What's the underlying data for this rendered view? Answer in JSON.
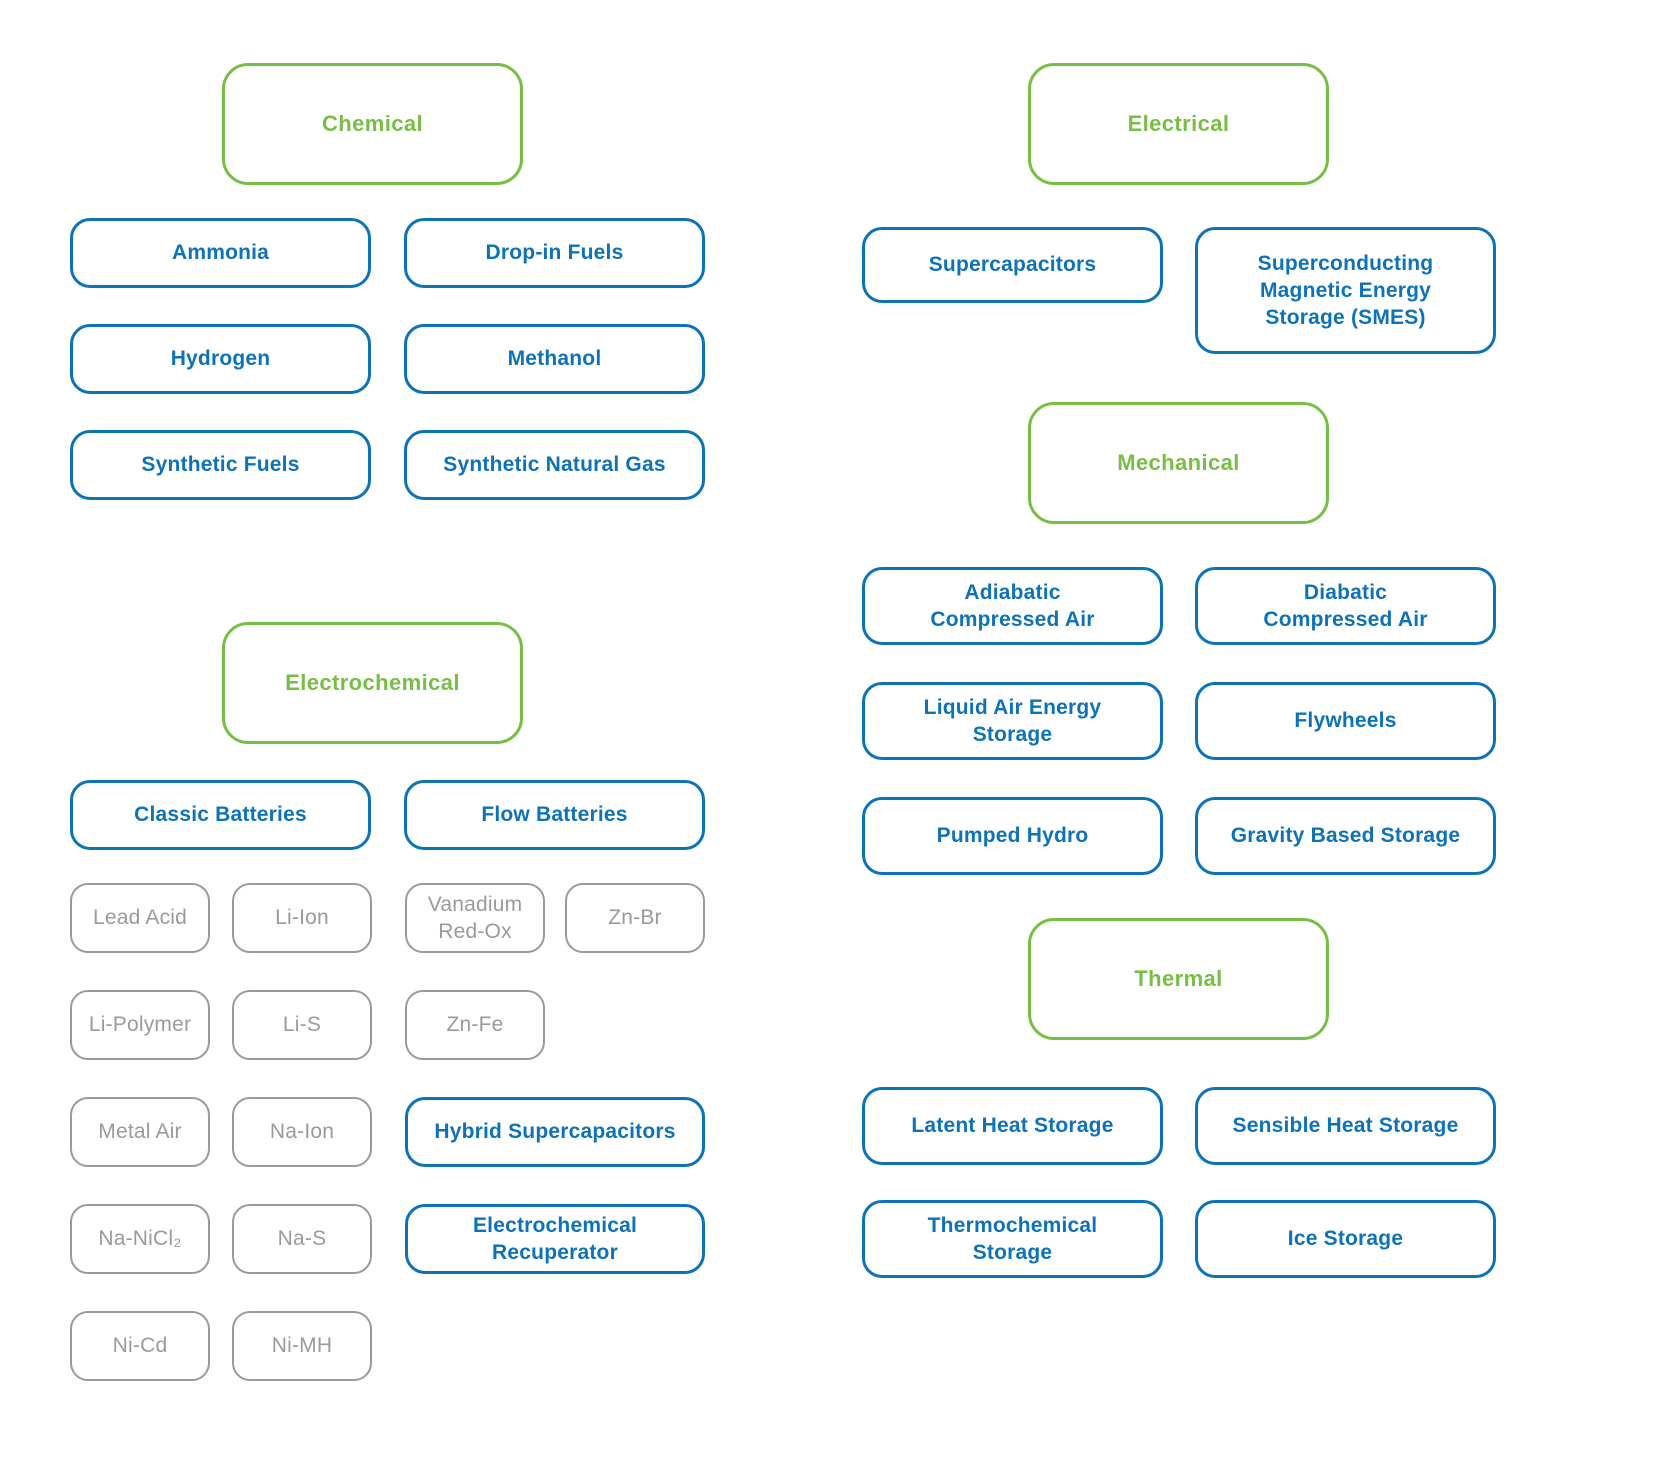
{
  "colors": {
    "category_green": "#78BE44",
    "technology_blue": "#0E72B8",
    "subtype_gray": "#9A9A9A"
  },
  "chemical": {
    "title": "Chemical",
    "items": [
      "Ammonia",
      "Drop-in Fuels",
      "Hydrogen",
      "Methanol",
      "Synthetic Fuels",
      "Synthetic Natural Gas"
    ]
  },
  "electrical": {
    "title": "Electrical",
    "items": [
      "Supercapacitors",
      "Superconducting Magnetic Energy Storage (SMES)"
    ]
  },
  "mechanical": {
    "title": "Mechanical",
    "items": [
      "Adiabatic Compressed Air",
      "Diabatic Compressed Air",
      "Liquid Air Energy Storage",
      "Flywheels",
      "Pumped Hydro",
      "Gravity Based Storage"
    ]
  },
  "electrochemical": {
    "title": "Electrochemical",
    "subcategories": [
      "Classic Batteries",
      "Flow Batteries"
    ],
    "classic_types": [
      "Lead Acid",
      "Li-Ion",
      "Li-Polymer",
      "Li-S",
      "Metal Air",
      "Na-Ion",
      "Na-NiCl₂",
      "Na-S",
      "Ni-Cd",
      "Ni-MH"
    ],
    "flow_types": [
      "Vanadium Red-Ox",
      "Zn-Br",
      "Zn-Fe"
    ],
    "hybrid_items": [
      "Hybrid Supercapacitors",
      "Electrochemical Recuperator"
    ]
  },
  "thermal": {
    "title": "Thermal",
    "items": [
      "Latent Heat Storage",
      "Sensible Heat Storage",
      "Thermochemical Storage",
      "Ice Storage"
    ]
  }
}
